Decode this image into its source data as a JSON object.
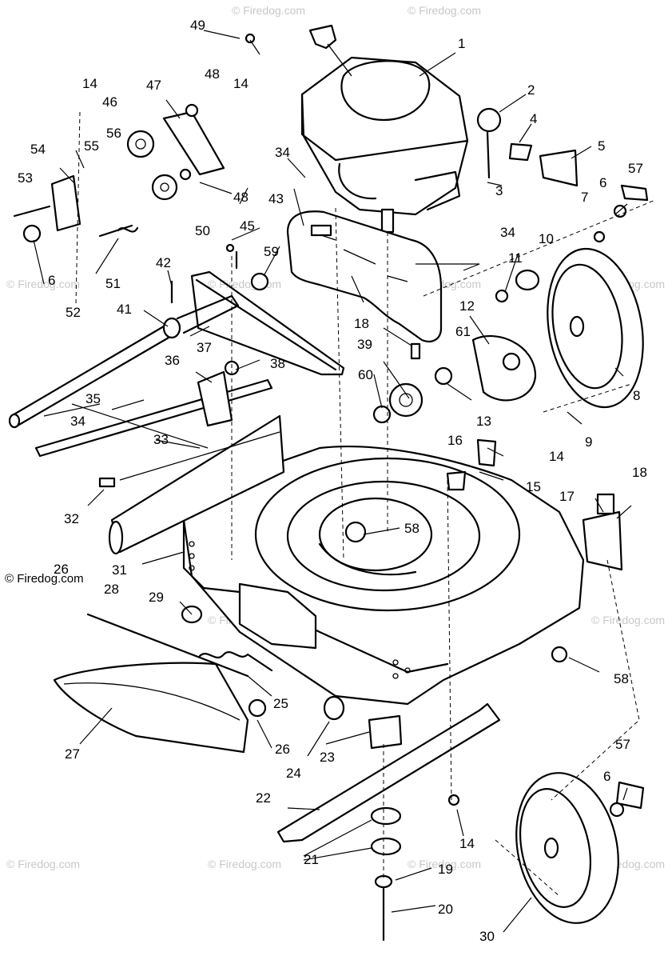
{
  "watermark": {
    "text": "© Firedog.com",
    "copyright": "© Firedog.com"
  },
  "labels": {
    "p1": "1",
    "p2": "2",
    "p3": "3",
    "p4": "4",
    "p5": "5",
    "p6a": "6",
    "p6b": "6",
    "p6c": "6",
    "p7": "7",
    "p8": "8",
    "p9": "9",
    "p10": "10",
    "p11": "11",
    "p12": "12",
    "p13": "13",
    "p14a": "14",
    "p14b": "14",
    "p14c": "14",
    "p14d": "14",
    "p15": "15",
    "p16": "16",
    "p17": "17",
    "p18a": "18",
    "p18b": "18",
    "p19": "19",
    "p20": "20",
    "p21": "21",
    "p22": "22",
    "p23": "23",
    "p24": "24",
    "p25": "25",
    "p26a": "26",
    "p26b": "26",
    "p27": "27",
    "p28": "28",
    "p29": "29",
    "p30": "30",
    "p31": "31",
    "p32": "32",
    "p33": "33",
    "p34a": "34",
    "p34b": "34",
    "p34c": "34",
    "p35": "35",
    "p36": "36",
    "p37": "37",
    "p38": "38",
    "p39": "39",
    "p41": "41",
    "p42": "42",
    "p43": "43",
    "p45": "45",
    "p46": "46",
    "p47": "47",
    "p48a": "48",
    "p48b": "48",
    "p49": "49",
    "p50": "50",
    "p51": "51",
    "p52": "52",
    "p53": "53",
    "p54": "54",
    "p55": "55",
    "p56": "56",
    "p57a": "57",
    "p57b": "57",
    "p58a": "58",
    "p58b": "58",
    "p59": "59",
    "p60": "60",
    "p61": "61"
  }
}
